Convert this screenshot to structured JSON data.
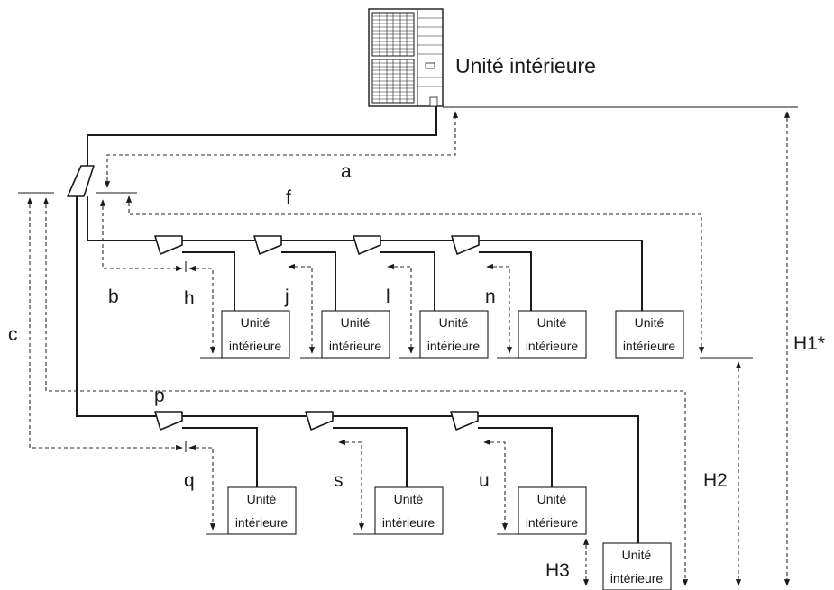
{
  "outdoor_unit_label": "Unité intérieure",
  "unit_label_line1": "Unité",
  "unit_label_line2": "intérieure",
  "labels": {
    "a": "a",
    "b": "b",
    "c": "c",
    "f": "f",
    "h": "h",
    "j": "j",
    "l": "l",
    "n": "n",
    "p": "p",
    "q": "q",
    "s": "s",
    "u": "u",
    "H1": "H1*",
    "H2": "H2",
    "H3": "H3"
  }
}
